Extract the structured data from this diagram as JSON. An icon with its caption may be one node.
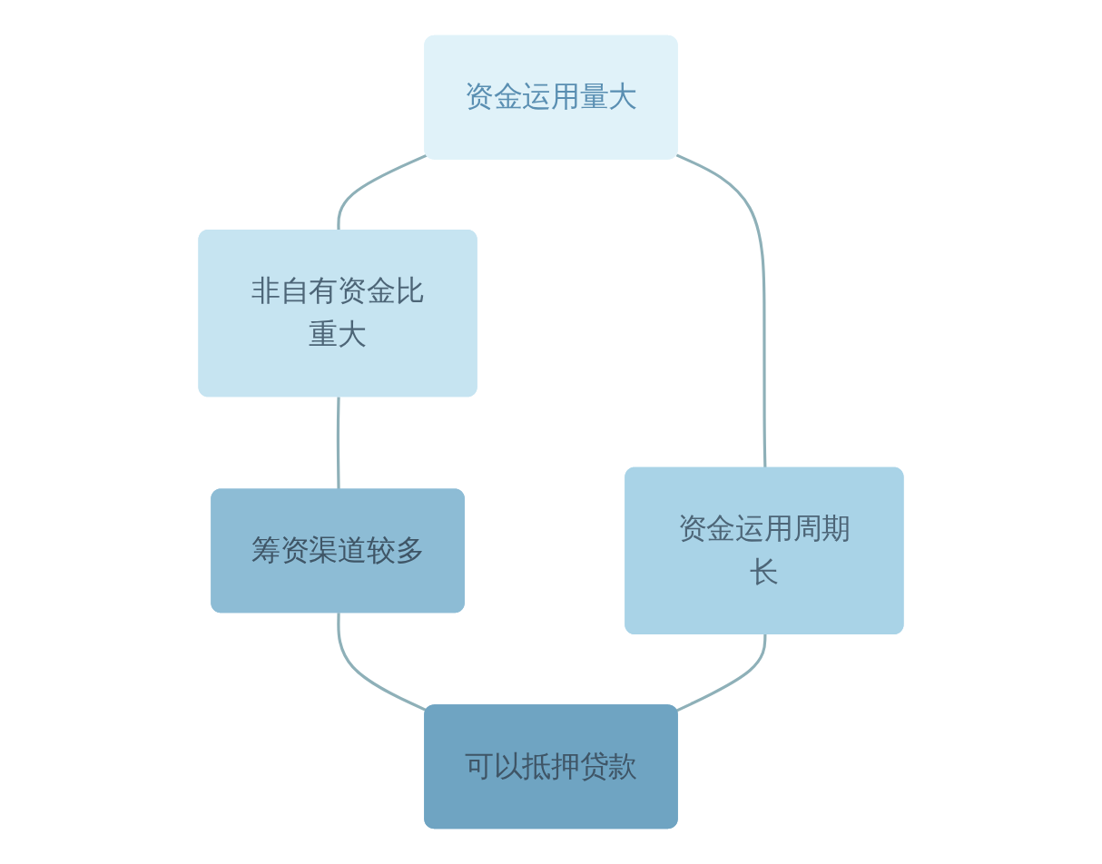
{
  "diagram": {
    "nodes": [
      {
        "text": [
          "资金运用量大"
        ]
      },
      {
        "text": [
          "非自有资金比重大"
        ]
      },
      {
        "text": [
          "资金运用周期长"
        ]
      },
      {
        "text": [
          "筹资渠道较多"
        ]
      },
      {
        "text": [
          "可以抵押贷款"
        ]
      }
    ],
    "edges": [
      {
        "from": 0,
        "to": 1,
        "arrow": "none"
      },
      {
        "from": 1,
        "to": 3,
        "arrow": "none"
      },
      {
        "from": 3,
        "to": 4,
        "arrow": "none"
      },
      {
        "from": 0,
        "to": 2,
        "arrow": "none"
      },
      {
        "from": 2,
        "to": 4,
        "arrow": "none"
      }
    ]
  }
}
